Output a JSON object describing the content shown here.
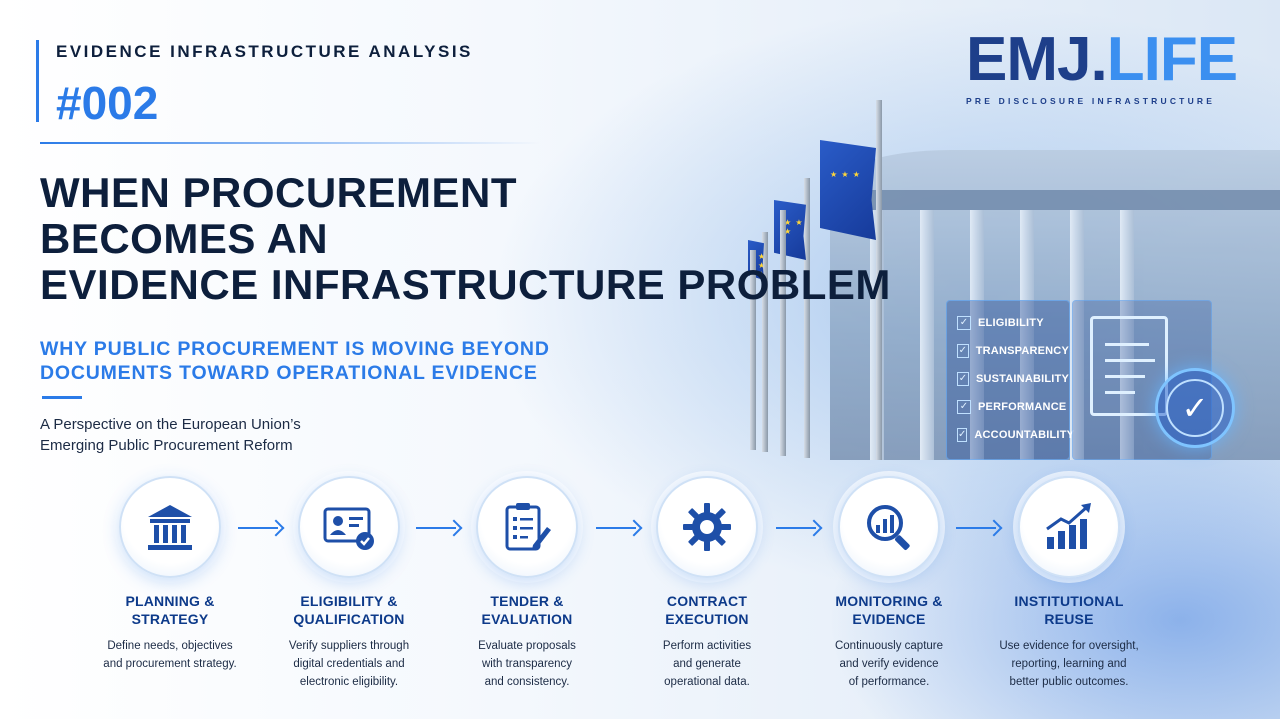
{
  "header": {
    "series_label": "EVIDENCE INFRASTRUCTURE ANALYSIS",
    "series_number": "#002"
  },
  "title": {
    "line1": "WHEN PROCUREMENT",
    "line2": "BECOMES AN",
    "line3": "EVIDENCE INFRASTRUCTURE PROBLEM"
  },
  "subtitle": {
    "line1": "WHY PUBLIC PROCUREMENT IS MOVING BEYOND",
    "line2": "DOCUMENTS TOWARD OPERATIONAL EVIDENCE"
  },
  "perspective": {
    "line1": "A Perspective on the European Union’s",
    "line2": "Emerging Public Procurement Reform"
  },
  "logo": {
    "part1": "EMJ.",
    "part2": "LIFE",
    "tagline": "PRE DISCLOSURE INFRASTRUCTURE"
  },
  "checklist": [
    {
      "label": "ELIGIBILITY",
      "checked": true
    },
    {
      "label": "TRANSPARENCY",
      "checked": true
    },
    {
      "label": "SUSTAINABILITY",
      "checked": true
    },
    {
      "label": "PERFORMANCE",
      "checked": true
    },
    {
      "label": "ACCOUNTABILITY",
      "checked": true
    }
  ],
  "steps": [
    {
      "icon": "institution-icon",
      "title1": "PLANNING &",
      "title2": "STRATEGY",
      "desc1": "Define needs, objectives",
      "desc2": "and procurement strategy.",
      "desc3": ""
    },
    {
      "icon": "id-card-check-icon",
      "title1": "ELIGIBILITY &",
      "title2": "QUALIFICATION",
      "desc1": "Verify suppliers through",
      "desc2": "digital credentials and",
      "desc3": "electronic eligibility."
    },
    {
      "icon": "clipboard-pen-icon",
      "title1": "TENDER &",
      "title2": "EVALUATION",
      "desc1": "Evaluate proposals",
      "desc2": "with transparency",
      "desc3": "and consistency."
    },
    {
      "icon": "gear-icon",
      "title1": "CONTRACT",
      "title2": "EXECUTION",
      "desc1": "Perform activities",
      "desc2": "and generate",
      "desc3": "operational data."
    },
    {
      "icon": "magnifier-chart-icon",
      "title1": "MONITORING &",
      "title2": "EVIDENCE",
      "desc1": "Continuously capture",
      "desc2": "and verify evidence",
      "desc3": "of performance."
    },
    {
      "icon": "growth-chart-icon",
      "title1": "INSTITUTIONAL",
      "title2": "REUSE",
      "desc1": "Use evidence for oversight,",
      "desc2": "reporting, learning and",
      "desc3": "better public outcomes."
    }
  ],
  "colors": {
    "accent": "#2b7be8",
    "navy": "#0d1f3c",
    "step_title": "#0d3a8a",
    "logo_dark": "#1e3f8a",
    "logo_light": "#3b8ff0"
  }
}
